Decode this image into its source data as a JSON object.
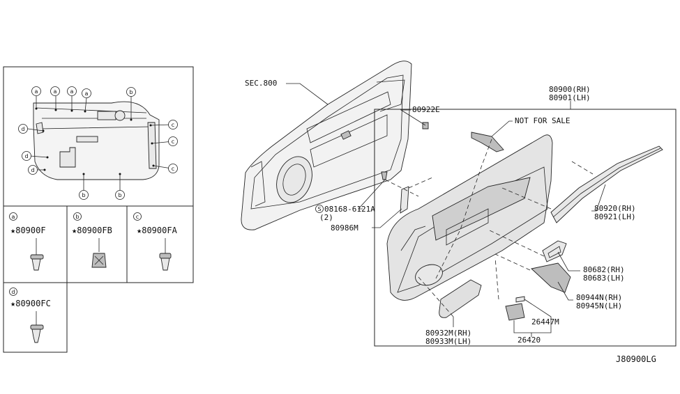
{
  "inset": {
    "callouts": {
      "a": "a",
      "b": "b",
      "c": "c",
      "d": "d"
    }
  },
  "clip_boxes": [
    {
      "letter": "a",
      "part": "★80900F"
    },
    {
      "letter": "b",
      "part": "★80900FB"
    },
    {
      "letter": "c",
      "part": "★80900FA"
    },
    {
      "letter": "d",
      "part": "★80900FC"
    }
  ],
  "labels": {
    "sec": "SEC.800",
    "p80922e": "80922E",
    "p80900_rh": "80900(RH)",
    "p80901_lh": "80901(LH)",
    "not_for_sale": "NOT FOR SALE",
    "p08168": "08168-6121A",
    "p08168_qty": "(2)",
    "p08168_symbol": "S",
    "p80986m": "80986M",
    "p80920_rh": "80920(RH)",
    "p80921_lh": "80921(LH)",
    "p80682_rh": "80682(RH)",
    "p80683_lh": "80683(LH)",
    "p80944n_rh": "80944N(RH)",
    "p80945n_lh": "80945N(LH)",
    "p26447m": "26447M",
    "p26420": "26420",
    "p80932m_rh": "80932M(RH)",
    "p80933m_lh": "80933M(LH)",
    "diagram_code": "J80900LG"
  }
}
